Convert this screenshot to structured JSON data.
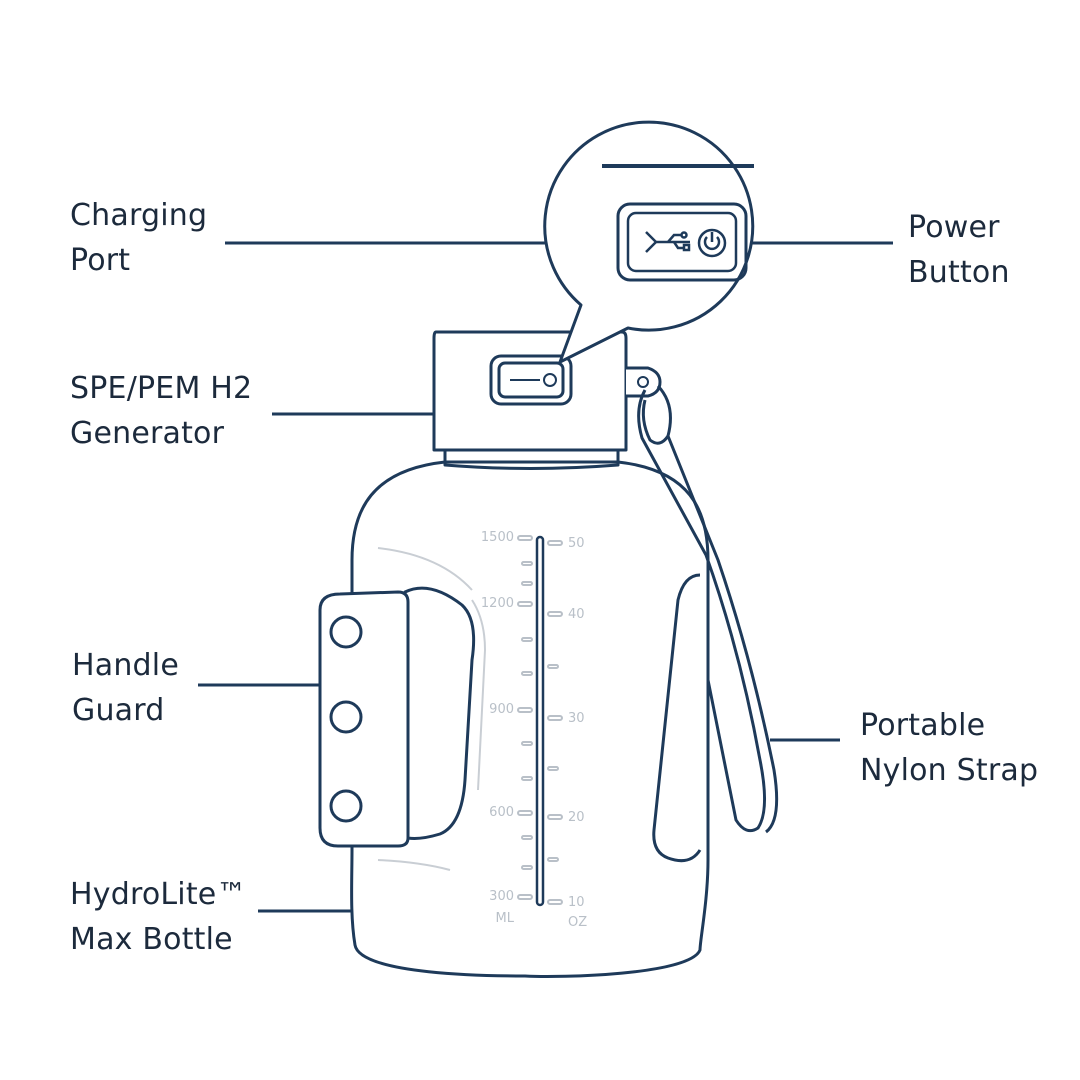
{
  "labels": {
    "charging_port": [
      "Charging",
      "Port"
    ],
    "power_button": [
      "Power",
      "Button"
    ],
    "generator": [
      "SPE/PEM H2",
      "Generator"
    ],
    "handle_guard": [
      "Handle",
      "Guard"
    ],
    "strap": [
      "Portable",
      "Nylon Strap"
    ],
    "bottle": [
      "HydroLite™",
      "Max Bottle"
    ]
  },
  "scale": {
    "ml_marks": [
      "1500",
      "1200",
      "900",
      "600",
      "300"
    ],
    "ml_unit": "ML",
    "oz_marks": [
      "50",
      "40",
      "30",
      "20",
      "10"
    ],
    "oz_unit": "OZ"
  },
  "colors": {
    "line": "#1e3a5a",
    "text": "#1c2a3c",
    "scale": "#b9c0c8"
  },
  "icons": [
    "usb-icon",
    "power-icon"
  ]
}
